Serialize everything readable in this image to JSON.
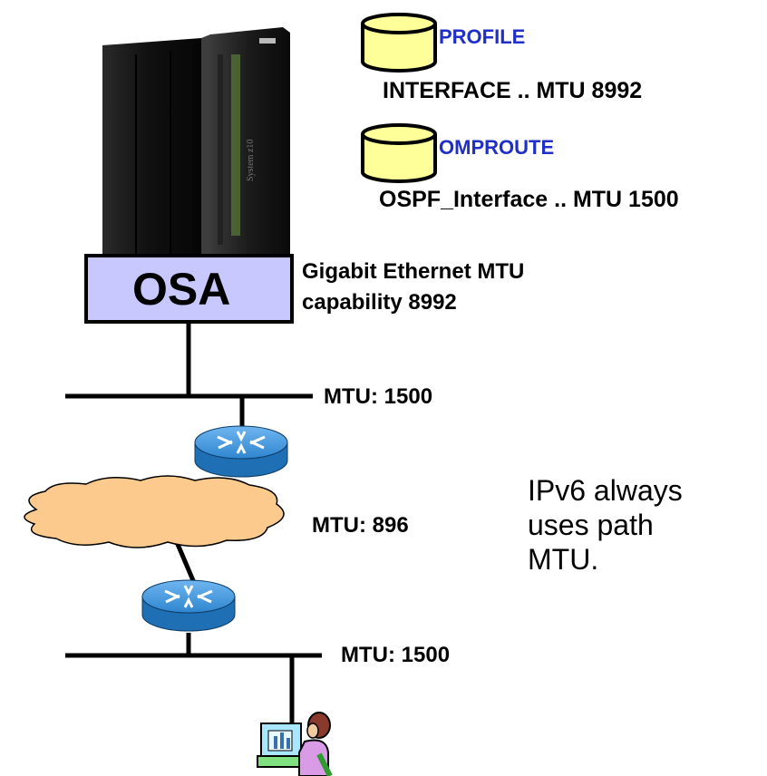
{
  "databases": [
    {
      "name": "PROFILE",
      "statement": "INTERFACE .. MTU 8992"
    },
    {
      "name": "OMPROUTE",
      "statement": "OSPF_Interface .. MTU 1500"
    }
  ],
  "mainframe": {
    "model_text": "System z10"
  },
  "osa": {
    "label": "OSA",
    "capability_line1": "Gigabit Ethernet MTU",
    "capability_line2": "capability 8992"
  },
  "networks": {
    "lan_top": "MTU: 1500",
    "cloud": "MTU: 896",
    "lan_bottom": "MTU: 1500"
  },
  "note": {
    "line1": "IPv6 always",
    "line2": "uses path",
    "line3": "MTU."
  },
  "colors": {
    "db_fill": "#ffff99",
    "osa_fill": "#c8c8ff",
    "cloud_fill": "#fbca8c",
    "router_fill": "#2a7fc9",
    "db_label": "#1f2fc8"
  }
}
